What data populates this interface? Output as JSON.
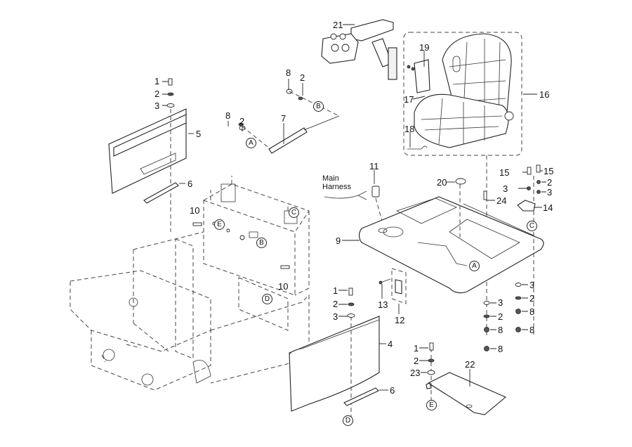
{
  "diagram": {
    "type": "exploded-parts-diagram",
    "subject": "Operator seat, armrest controls and body covers",
    "part_labels": [
      {
        "id": "lbl-1a",
        "text": "1"
      },
      {
        "id": "lbl-2a",
        "text": "2"
      },
      {
        "id": "lbl-3a",
        "text": "3"
      },
      {
        "id": "lbl-5",
        "text": "5"
      },
      {
        "id": "lbl-6a",
        "text": "6"
      },
      {
        "id": "lbl-8a",
        "text": "8"
      },
      {
        "id": "lbl-2b",
        "text": "2"
      },
      {
        "id": "lbl-8b",
        "text": "8"
      },
      {
        "id": "lbl-2c",
        "text": "2"
      },
      {
        "id": "lbl-7",
        "text": "7"
      },
      {
        "id": "lbl-21",
        "text": "21"
      },
      {
        "id": "lbl-19",
        "text": "19"
      },
      {
        "id": "lbl-17",
        "text": "17"
      },
      {
        "id": "lbl-16",
        "text": "16"
      },
      {
        "id": "lbl-18",
        "text": "18"
      },
      {
        "id": "lbl-11",
        "text": "11"
      },
      {
        "id": "lbl-20",
        "text": "20"
      },
      {
        "id": "lbl-15a",
        "text": "15"
      },
      {
        "id": "lbl-15b",
        "text": "15"
      },
      {
        "id": "lbl-3b",
        "text": "3"
      },
      {
        "id": "lbl-2d",
        "text": "2"
      },
      {
        "id": "lbl-3c",
        "text": "3"
      },
      {
        "id": "lbl-24",
        "text": "24"
      },
      {
        "id": "lbl-14",
        "text": "14"
      },
      {
        "id": "lbl-10a",
        "text": "10"
      },
      {
        "id": "lbl-10b",
        "text": "10"
      },
      {
        "id": "lbl-9",
        "text": "9"
      },
      {
        "id": "lbl-1b",
        "text": "1"
      },
      {
        "id": "lbl-2e",
        "text": "2"
      },
      {
        "id": "lbl-3d",
        "text": "3"
      },
      {
        "id": "lbl-13",
        "text": "13"
      },
      {
        "id": "lbl-12",
        "text": "12"
      },
      {
        "id": "lbl-4",
        "text": "4"
      },
      {
        "id": "lbl-3e",
        "text": "3"
      },
      {
        "id": "lbl-2f",
        "text": "2"
      },
      {
        "id": "lbl-8c",
        "text": "8"
      },
      {
        "id": "lbl-8d",
        "text": "8"
      },
      {
        "id": "lbl-3f",
        "text": "3"
      },
      {
        "id": "lbl-2g",
        "text": "2"
      },
      {
        "id": "lbl-8e",
        "text": "8"
      },
      {
        "id": "lbl-8f",
        "text": "8"
      },
      {
        "id": "lbl-1c",
        "text": "1"
      },
      {
        "id": "lbl-2h",
        "text": "2"
      },
      {
        "id": "lbl-23",
        "text": "23"
      },
      {
        "id": "lbl-22",
        "text": "22"
      },
      {
        "id": "lbl-6b",
        "text": "6"
      }
    ],
    "callouts": [
      "A",
      "B",
      "C",
      "D",
      "E"
    ],
    "harness_label": {
      "line1": "Main",
      "line2": "Harness"
    }
  }
}
